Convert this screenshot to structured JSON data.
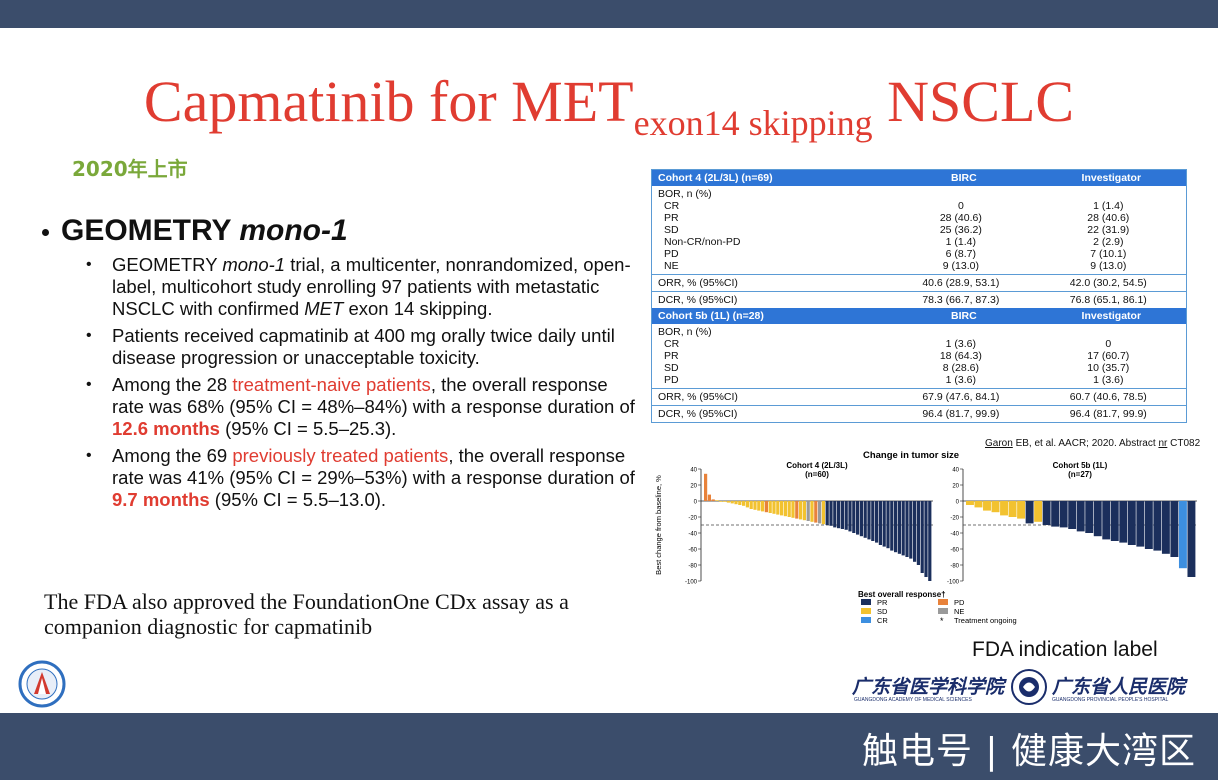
{
  "slide": {
    "title_main": "Capmatinib for MET",
    "title_sub": "exon14 skipping",
    "title_end": "NSCLC",
    "launch_label": "2020年上市",
    "heading_bold": "GEOMETRY ",
    "heading_italic": "mono-1",
    "bullets": [
      {
        "parts": [
          "GEOMETRY ",
          "mono-1",
          " trial, a multicenter, nonrandomized, open-label, multicohort study enrolling 97 patients with metastatic NSCLC with confirmed ",
          "MET",
          " exon 14 skipping."
        ]
      },
      {
        "text": "Patients received capmatinib at 400 mg orally twice daily until disease progression or unacceptable toxicity."
      },
      {
        "parts": [
          "Among the 28 ",
          "treatment-naive patients",
          ", the overall response rate was 68% (95% CI = 48%–84%) with a response duration of ",
          "12.6 months",
          " (95% CI = 5.5–25.3)."
        ]
      },
      {
        "parts": [
          "Among the 69 ",
          "previously treated patients",
          ", the overall response rate was 41% (95% CI = 29%–53%) with a response duration of ",
          "9.7 months",
          " (95% CI = 5.5–13.0)."
        ]
      }
    ],
    "fda_note": "The FDA also approved the FoundationOne CDx assay as a companion diagnostic for capmatinib",
    "fda_indication_label": "FDA indication label",
    "watermark": "触电号 | 健康大湾区",
    "footer_left_org": "广东省医学科学院",
    "footer_left_org_en": "GUANGDONG ACADEMY OF MEDICAL SCIENCES",
    "footer_right_org": "广东省人民医院",
    "footer_right_org_en": "GUANGDONG PROVINCIAL PEOPLE'S HOSPITAL"
  },
  "table": {
    "headers": [
      "BIRC",
      "Investigator"
    ],
    "cohort4_title": "Cohort 4 (2L/3L) (n=69)",
    "cohort4_bor_label": "BOR, n (%)",
    "cohort4_rows": [
      [
        "CR",
        "0",
        "1 (1.4)"
      ],
      [
        "PR",
        "28 (40.6)",
        "28 (40.6)"
      ],
      [
        "SD",
        "25 (36.2)",
        "22 (31.9)"
      ],
      [
        "Non-CR/non-PD",
        "1 (1.4)",
        "2 (2.9)"
      ],
      [
        "PD",
        "6 (8.7)",
        "7 (10.1)"
      ],
      [
        "NE",
        "9 (13.0)",
        "9 (13.0)"
      ]
    ],
    "cohort4_orr": [
      "ORR, % (95%CI)",
      "40.6 (28.9, 53.1)",
      "42.0 (30.2, 54.5)"
    ],
    "cohort4_dcr": [
      "DCR, % (95%CI)",
      "78.3 (66.7, 87.3)",
      "76.8 (65.1, 86.1)"
    ],
    "cohort5b_title": "Cohort 5b (1L) (n=28)",
    "cohort5b_bor_label": "BOR, n (%)",
    "cohort5b_rows": [
      [
        "CR",
        "1 (3.6)",
        "0"
      ],
      [
        "PR",
        "18 (64.3)",
        "17 (60.7)"
      ],
      [
        "SD",
        "8 (28.6)",
        "10 (35.7)"
      ],
      [
        "PD",
        "1 (3.6)",
        "1 (3.6)"
      ]
    ],
    "cohort5b_orr": [
      "ORR, % (95%CI)",
      "67.9 (47.6, 84.1)",
      "60.7 (40.6, 78.5)"
    ],
    "cohort5b_dcr": [
      "DCR, % (95%CI)",
      "96.4 (81.7, 99.9)",
      "96.4 (81.7, 99.9)"
    ],
    "citation_pre": "Garon",
    "citation_mid": " EB, et al. AACR; 2020. Abstract ",
    "citation_nr": "nr",
    "citation_end": " CT082"
  },
  "chart_data": {
    "type": "bar",
    "title": "Change in tumor size",
    "ylabel": "Best change from baseline, %",
    "ylim": [
      -100,
      40
    ],
    "yticks": [
      "40",
      "20",
      "0",
      "-20",
      "-40",
      "-60",
      "-80",
      "-100"
    ],
    "reference_line": -30,
    "panels": [
      {
        "label": "Cohort 4 (2L/3L)",
        "n_label": "(n=60)",
        "values": [
          34,
          8,
          2,
          1,
          0,
          -1,
          -2,
          -3,
          -4,
          -5,
          -6,
          -8,
          -10,
          -11,
          -12,
          -13,
          -14,
          -15,
          -16,
          -17,
          -18,
          -19,
          -20,
          -21,
          -22,
          -23,
          -24,
          -25,
          -26,
          -27,
          -28,
          -29,
          -30,
          -31,
          -33,
          -34,
          -35,
          -36,
          -38,
          -40,
          -42,
          -44,
          -46,
          -48,
          -50,
          -52,
          -55,
          -57,
          -59,
          -62,
          -64,
          -66,
          -68,
          -70,
          -72,
          -76,
          -80,
          -90,
          -95,
          -100
        ],
        "responses": [
          "PD",
          "PD",
          "PD",
          "SD",
          "SD",
          "SD",
          "SD",
          "SD",
          "SD",
          "SD",
          "SD",
          "SD",
          "SD",
          "SD",
          "SD",
          "SD",
          "PD",
          "SD",
          "SD",
          "SD",
          "SD",
          "SD",
          "SD",
          "SD",
          "PD",
          "SD",
          "SD",
          "NE",
          "SD",
          "PD",
          "NE",
          "SD",
          "PR",
          "PR",
          "PR",
          "PR",
          "PR",
          "PR",
          "PR",
          "PR",
          "PR",
          "PR",
          "PR",
          "PR",
          "PR",
          "PR",
          "PR",
          "PR",
          "PR",
          "PR",
          "PR",
          "PR",
          "PR",
          "PR",
          "PR",
          "PR",
          "PR",
          "PR",
          "PR",
          "PR"
        ]
      },
      {
        "label": "Cohort 5b (1L)",
        "n_label": "(n=27)",
        "values": [
          -5,
          -8,
          -12,
          -14,
          -18,
          -20,
          -22,
          -28,
          -26,
          -30,
          -32,
          -33,
          -35,
          -38,
          -40,
          -44,
          -48,
          -50,
          -52,
          -55,
          -57,
          -60,
          -62,
          -66,
          -70,
          -84,
          -95
        ],
        "responses": [
          "SD",
          "SD",
          "SD",
          "SD",
          "SD",
          "SD",
          "SD",
          "PR",
          "SD",
          "PR",
          "PR",
          "PR",
          "PR",
          "PR",
          "PR",
          "PR",
          "PR",
          "PR",
          "PR",
          "PR",
          "PR",
          "PR",
          "PR",
          "PR",
          "PR",
          "CR",
          "PR"
        ]
      }
    ],
    "legend_title": "Best overall response†",
    "legend": [
      {
        "name": "PR",
        "color": "#1b2f5c"
      },
      {
        "name": "PD",
        "color": "#e8823a"
      },
      {
        "name": "SD",
        "color": "#f2c230"
      },
      {
        "name": "NE",
        "color": "#9a9a9a"
      },
      {
        "name": "CR",
        "color": "#3d8fe0"
      },
      {
        "name": "Treatment ongoing",
        "symbol": "*"
      }
    ]
  }
}
